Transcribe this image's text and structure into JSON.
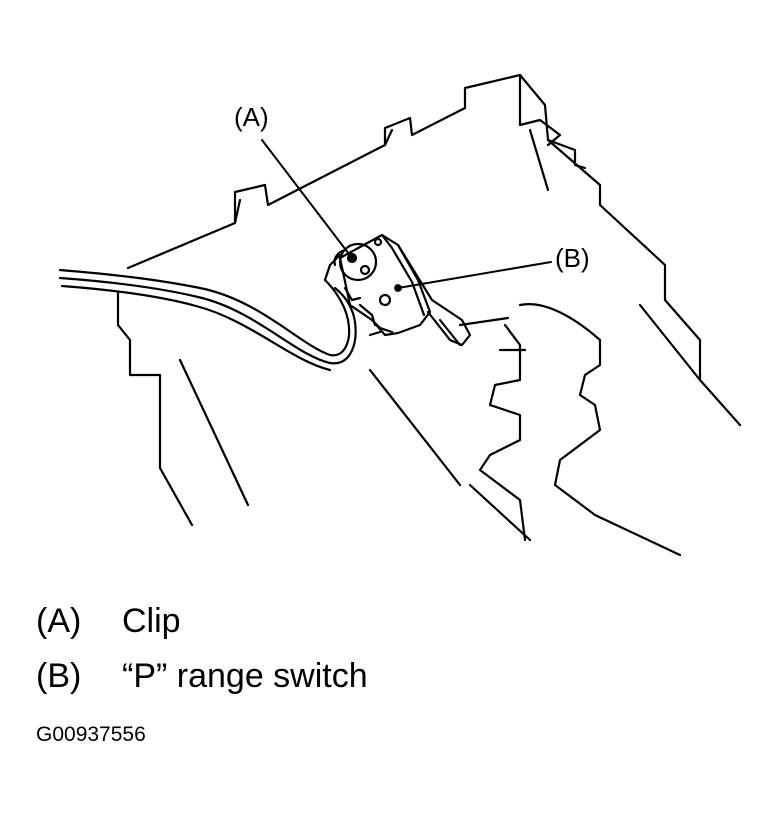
{
  "callouts": {
    "a": "(A)",
    "b": "(B)"
  },
  "legend": [
    {
      "key": "(A)",
      "text": "Clip"
    },
    {
      "key": "(B)",
      "text": "“P” range switch"
    }
  ],
  "figure_id": "G00937556",
  "colors": {
    "ink": "#000000",
    "background": "#ffffff"
  }
}
